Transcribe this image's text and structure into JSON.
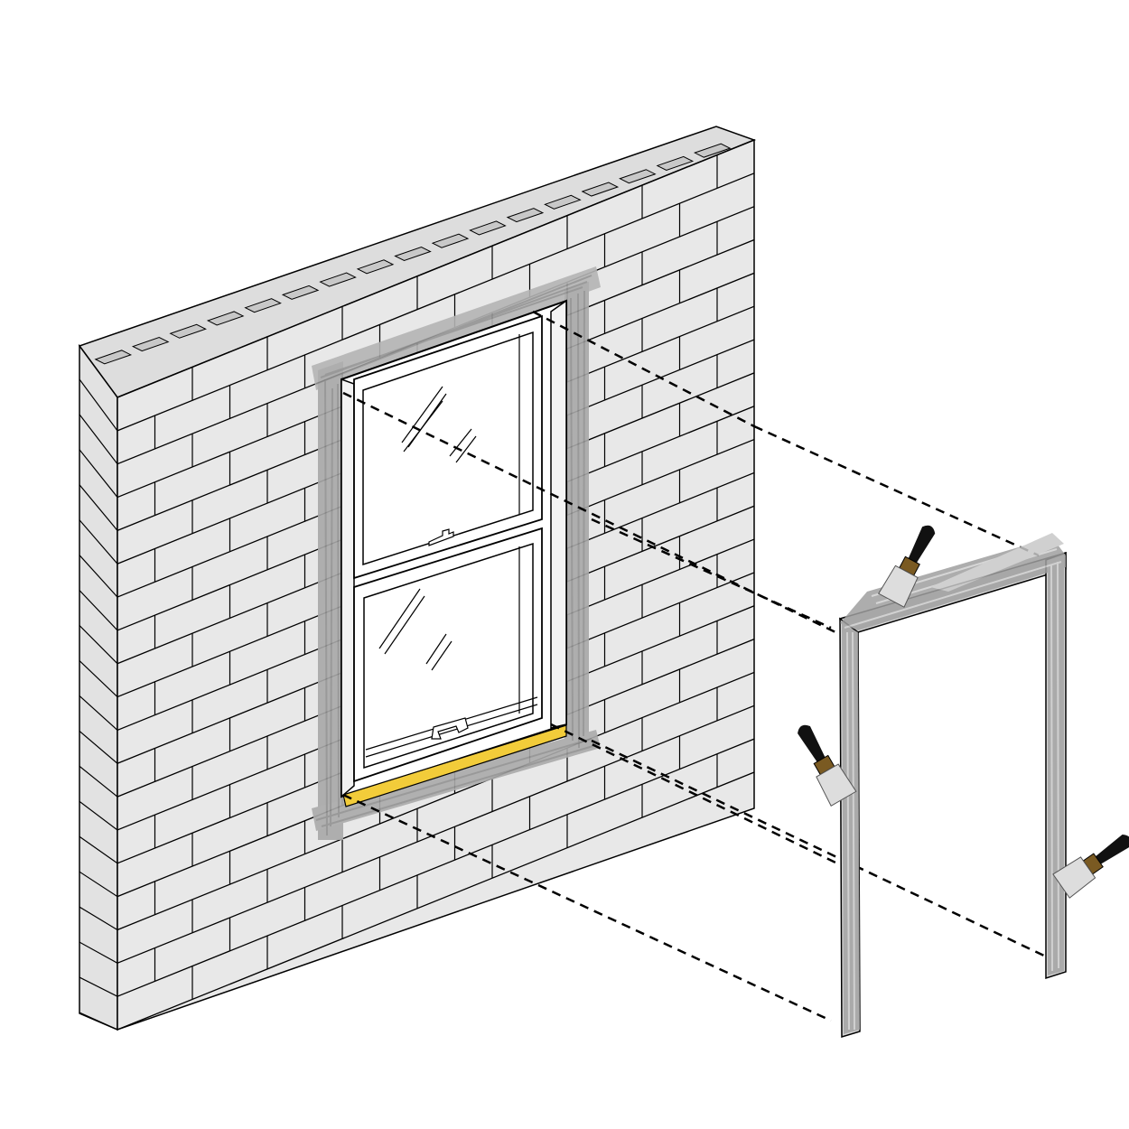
{
  "diagram": {
    "subject": "masonry-wall-window-opening-with-painted-wood-buck-frame",
    "wall": {
      "material": "concrete-block",
      "block_color": "#e8e8e8",
      "cell_color": "#c8c8c8",
      "visible_courses": 19
    },
    "window": {
      "type": "double-hung",
      "sill_seal_color": "#f2cc3a",
      "frame_color": "#ffffff"
    },
    "sealant": {
      "color": "#a9a9a9",
      "location": "perimeter-of-rough-opening"
    },
    "buck_frame": {
      "pieces": [
        "head",
        "left-jamb",
        "right-jamb"
      ],
      "coating_color": "#9a9a9a"
    },
    "brushes": {
      "count": 3,
      "handle_color": "#111111",
      "ferrule_color": "#7a5a22"
    },
    "guide_lines": {
      "style": "dashed",
      "count": 6
    },
    "colors": {
      "outline": "#000000",
      "background": "#ffffff"
    }
  }
}
